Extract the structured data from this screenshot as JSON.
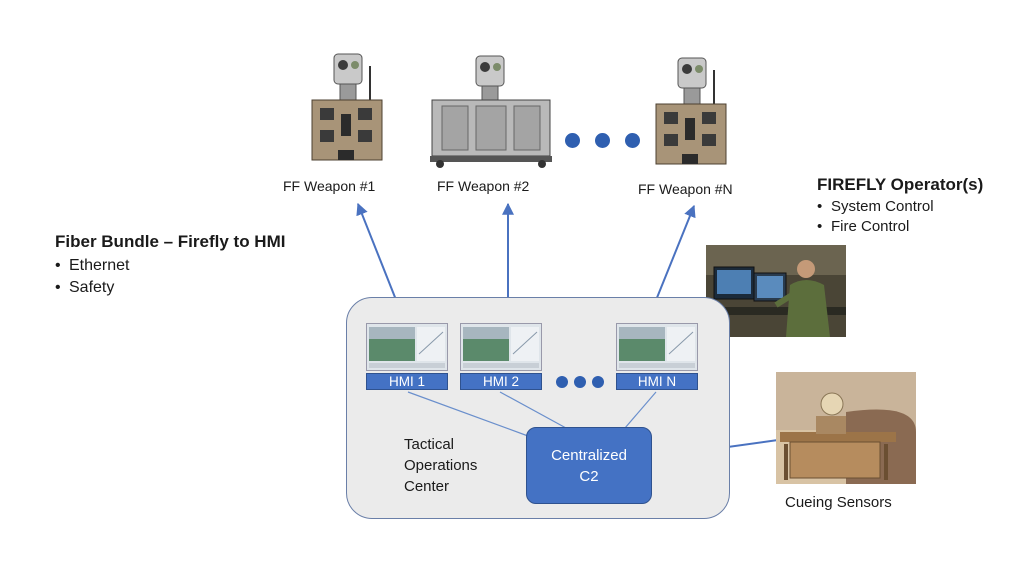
{
  "weapons": [
    {
      "label": "FF Weapon #1"
    },
    {
      "label": "FF Weapon #2"
    },
    {
      "label": "FF Weapon #N"
    }
  ],
  "fiber": {
    "title": "Fiber Bundle – Firefly to HMI",
    "items": [
      "Ethernet",
      "Safety"
    ]
  },
  "operator": {
    "title": "FIREFLY Operator(s)",
    "items": [
      "System Control",
      "Fire Control"
    ]
  },
  "toc": {
    "label_lines": [
      "Tactical",
      "Operations",
      "Center"
    ]
  },
  "hmis": [
    {
      "label": "HMI 1"
    },
    {
      "label": "HMI 2"
    },
    {
      "label": "HMI N"
    }
  ],
  "c2": {
    "label_lines": [
      "Centralized",
      "C2"
    ]
  },
  "cueing": {
    "label": "Cueing Sensors"
  },
  "colors": {
    "accent": "#4472c4",
    "arrow": "#4a72c0",
    "panel": "#ebebeb"
  }
}
